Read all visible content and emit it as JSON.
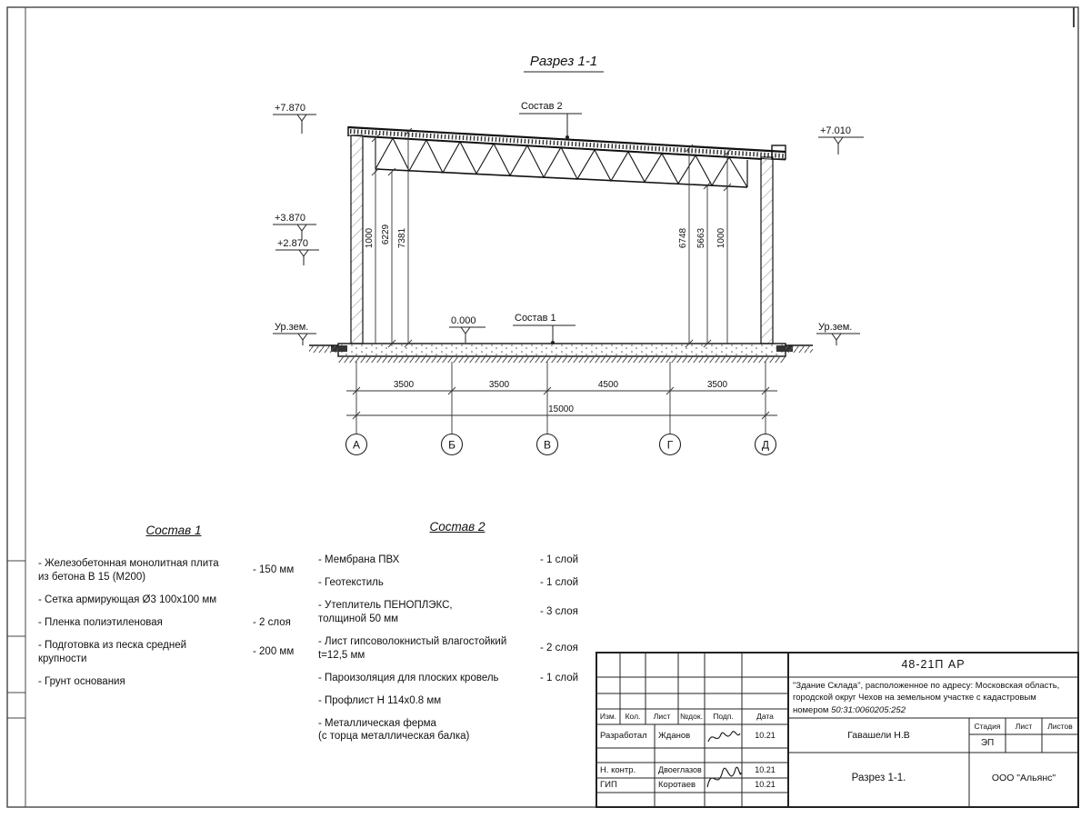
{
  "drawing": {
    "title": "Разрез 1-1",
    "labels": {
      "sostav1": "Состав 1",
      "sostav2": "Состав 2"
    },
    "ground_label": "Ур.зем.",
    "elevations": {
      "lvl_7870": "+7.870",
      "lvl_3870": "+3.870",
      "lvl_2870": "+2.870",
      "lvl_0": "0.000",
      "lvl_7010": "+7.010"
    },
    "dimensions": {
      "vertical_left": [
        "1000",
        "6229",
        "7381"
      ],
      "vertical_right": [
        "6748",
        "5663",
        "1000"
      ],
      "bottom_chain": [
        "3500",
        "3500",
        "4500",
        "3500"
      ],
      "bottom_total": "15000"
    },
    "axes": [
      "А",
      "Б",
      "В",
      "Г",
      "Д"
    ]
  },
  "composition1": {
    "heading": "Состав 1",
    "items": [
      {
        "text": "- Железобетонная  монолитная плита\nиз бетона В 15 (М200)",
        "value": "- 150 мм"
      },
      {
        "text": "- Сетка армирующая Ø3 100х100 мм",
        "value": ""
      },
      {
        "text": "- Пленка полиэтиленовая",
        "value": "- 2 слоя"
      },
      {
        "text": "- Подготовка из песка средней\nкрупности",
        "value": "- 200 мм"
      },
      {
        "text": "- Грунт основания",
        "value": ""
      }
    ]
  },
  "composition2": {
    "heading": "Состав 2",
    "items": [
      {
        "text": "- Мембрана ПВХ",
        "value": "- 1 слой"
      },
      {
        "text": "- Геотекстиль",
        "value": "- 1 слой"
      },
      {
        "text": "- Утеплитель ПЕНОПЛЭКС,\nтолщиной 50 мм",
        "value": "- 3 слоя"
      },
      {
        "text": "- Лист гипсоволокнистый влагостойкий\nt=12,5 мм",
        "value": "- 2 слоя"
      },
      {
        "text": "- Пароизоляция для плоских кровель",
        "value": "- 1 слой"
      },
      {
        "text": "- Профлист Н 114х0.8 мм",
        "value": ""
      },
      {
        "text": "- Металлическая ферма\n(с торца металлическая балка)",
        "value": ""
      }
    ]
  },
  "titleblock": {
    "doc_code": "48-21П АР",
    "project_text": "\"Здание Склада\", расположенное по адресу: Московская область, городской округ Чехов на земельном участке с кадастровым номером ",
    "cadastral": "50:31:0060205:252",
    "header": {
      "izm": "Изм.",
      "kol": "Кол.",
      "list": "Лист",
      "doc": "№док.",
      "podp": "Подп.",
      "data": "Дата"
    },
    "rows": [
      {
        "role": "Разработал",
        "name": "Жданов",
        "date": "10.21"
      },
      {
        "role": "Н. контр.",
        "name": "Двоеглазов",
        "date": "10.21"
      },
      {
        "role": "ГИП",
        "name": "Коротаев",
        "date": "10.21"
      }
    ],
    "approver": "Гавашели Н.В",
    "stage_label": "Стадия",
    "sheet_label": "Лист",
    "sheets_label": "Листов",
    "stage_value": "ЭП",
    "sheet_title": "Разрез 1-1.",
    "company": "ООО \"Альянс\""
  }
}
